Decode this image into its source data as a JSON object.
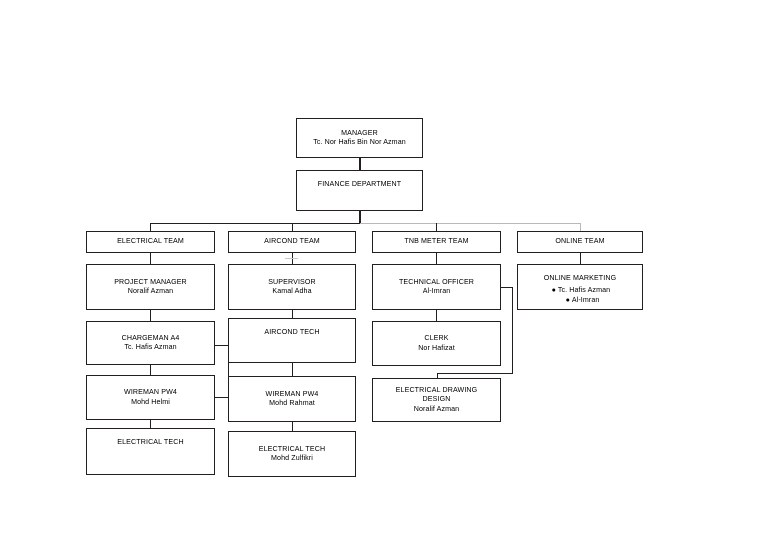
{
  "chart_title": "",
  "nodes": {
    "manager": {
      "title": "MANAGER",
      "person": "Tc. Nor Hafis Bin Nor Azman"
    },
    "finance": {
      "title": "FINANCE DEPARTMENT",
      "person": ""
    },
    "electrical_team": {
      "title": "ELECTRICAL TEAM",
      "person": ""
    },
    "aircond_team": {
      "title": "AIRCOND TEAM",
      "person": ""
    },
    "tnb_team": {
      "title": "TNB METER TEAM",
      "person": ""
    },
    "online_team": {
      "title": "ONLINE TEAM",
      "person": ""
    },
    "project_manager": {
      "title": "PROJECT MANAGER",
      "person": "Noralif Azman"
    },
    "chargeman": {
      "title": "CHARGEMAN A4",
      "person": "Tc. Hafis Azman"
    },
    "wireman_elec": {
      "title": "WIREMAN PW4",
      "person": "Mohd Helmi"
    },
    "electrical_tech_elec": {
      "title": "ELECTRICAL TECH",
      "person": ""
    },
    "supervisor": {
      "title": "SUPERVISOR",
      "person": "Kamal Adha"
    },
    "aircond_tech": {
      "title": "AIRCOND TECH",
      "person": ""
    },
    "wireman_aircond": {
      "title": "WIREMAN PW4",
      "person": "Mohd Rahmat"
    },
    "electrical_tech_aircond": {
      "title": "ELECTRICAL TECH",
      "person": "Mohd Zulfikri"
    },
    "technical_officer": {
      "title": "TECHNICAL OFFICER",
      "person": "Al-Imran"
    },
    "clerk": {
      "title": "CLERK",
      "person": "Nor Hafizat"
    },
    "drawing_design": {
      "title": "ELECTRICAL DRAWING DESIGN",
      "person": "Noralif Azman"
    },
    "online_marketing": {
      "title": "ONLINE MARKETING",
      "members": [
        {
          "bullet": "●",
          "name": "Tc. Hafis Azman"
        },
        {
          "bullet": "●",
          "name": "Al-Imran"
        }
      ]
    }
  },
  "colors": {
    "line": "#231f20",
    "background": "#ffffff",
    "text": "#000000"
  }
}
